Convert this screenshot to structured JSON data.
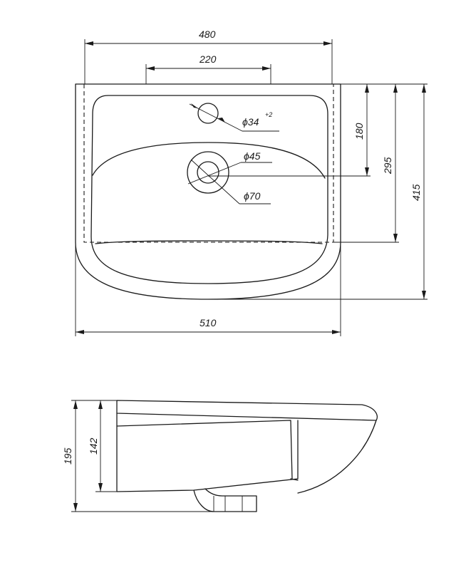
{
  "dimensions": {
    "overall_width": "510",
    "inner_width": "480",
    "hole_spacing": "220",
    "tap_hole": "ϕ34",
    "tap_hole_tol": "+2",
    "drain_inner": "ϕ45",
    "drain_outer": "ϕ70",
    "hole_offset": "180",
    "bowl_depth": "295",
    "overall_depth": "415",
    "overall_height": "195",
    "mount_height": "142"
  }
}
